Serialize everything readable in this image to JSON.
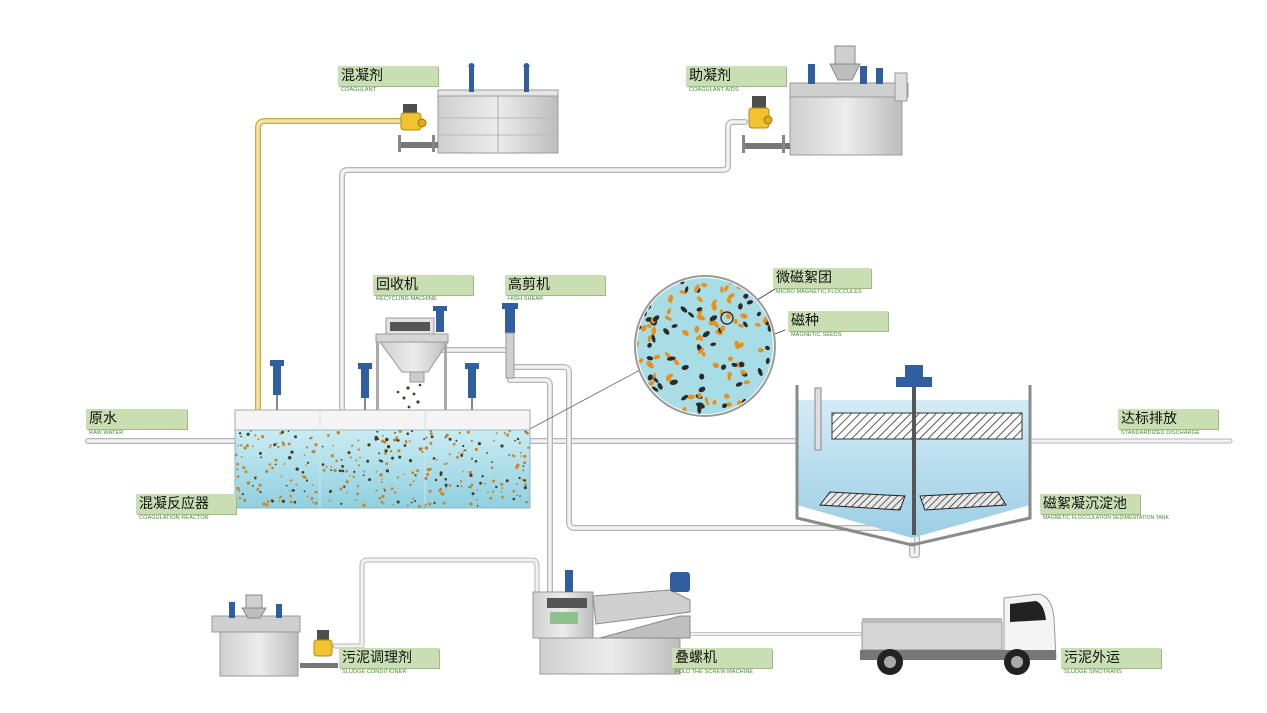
{
  "labels": {
    "coagulant": {
      "cn": "混凝剂",
      "en": "COAGULANT"
    },
    "coagulant_aids": {
      "cn": "助凝剂",
      "en": "COAGULANT AIDS"
    },
    "recycling_machine": {
      "cn": "回收机",
      "en": "RECYCLING MACHINE"
    },
    "high_shear": {
      "cn": "高剪机",
      "en": "HIGH SHEAR"
    },
    "micro_flocs": {
      "cn": "微磁絮团",
      "en": "MICRO MAGNETIC FLOCCULES"
    },
    "magnetic_seeds": {
      "cn": "磁种",
      "en": "MAGNETIC SEEDS"
    },
    "raw_water": {
      "cn": "原水",
      "en": "RAW WATER"
    },
    "standardized_discharge": {
      "cn": "达标排放",
      "en": "STANDARDIZED DISCHARGE"
    },
    "coagulation_reactor": {
      "cn": "混凝反应器",
      "en": "COAGULATION REACTOR"
    },
    "sedimentation_tank": {
      "cn": "磁絮凝沉淀池",
      "en": "MAGNETIC FLOCCULATION SEDIMENTATION TANK"
    },
    "sludge_conditioner": {
      "cn": "污泥调理剂",
      "en": "SLUDGE CONDITIONER"
    },
    "screw_machine": {
      "cn": "叠螺机",
      "en": "FOLD THE SCREW MACHINE"
    },
    "sludge_transport": {
      "cn": "污泥外运",
      "en": "SLUDGE SINOTRANS"
    }
  },
  "colors": {
    "label_bg": "#c9dfb3",
    "label_en": "#3d8a2c",
    "pipe": "#e6e6e6",
    "pipe_yellow": "#f0d78c",
    "water": "#9fd4e6",
    "motor": "#2f5f9e",
    "pump": "#f2c230",
    "tank_gray": "#d9d9d9"
  }
}
